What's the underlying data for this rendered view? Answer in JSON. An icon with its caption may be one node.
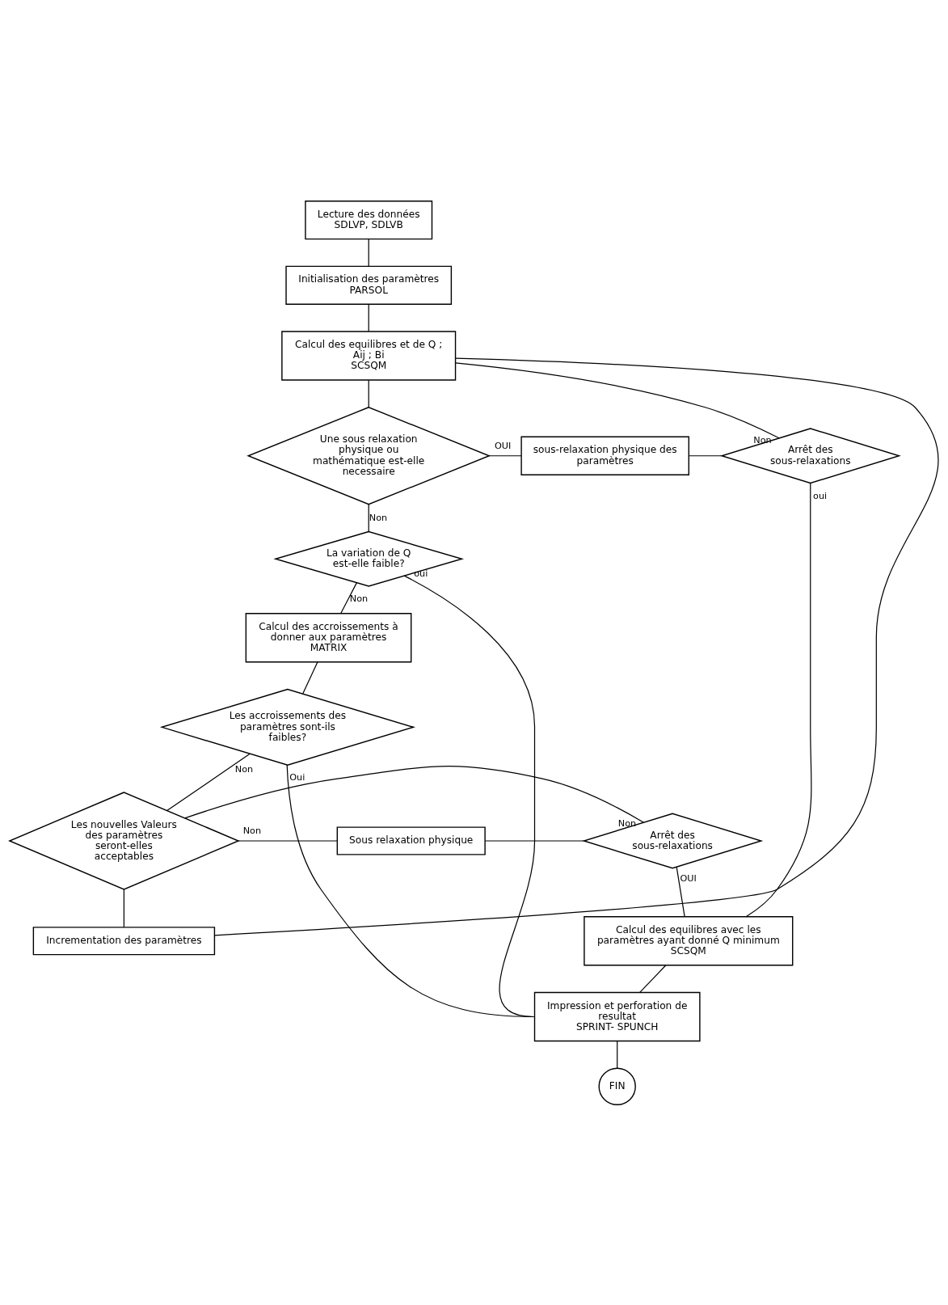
{
  "diagram": {
    "nodes": [
      {
        "text": [
          "Lecture des données",
          "SDLVP, SDLVB"
        ]
      },
      {
        "text": [
          "Initialisation des paramètres",
          "PARSOL"
        ]
      },
      {
        "text": [
          "Calcul des equilibres et de Q ; Aij ; Bi",
          "SCSQM"
        ]
      },
      {
        "text": [
          "Une sous relaxation physique ou mathématique est-elle necessaire"
        ]
      },
      {
        "text": [
          "sous-relaxation physique des paramètres"
        ]
      },
      {
        "text": [
          "Arrêt des sous-relaxations"
        ]
      },
      {
        "text": [
          "La variation de Q est-elle faible?"
        ]
      },
      {
        "text": [
          "Calcul des accroissements à donner aux paramètres",
          "MATRIX"
        ]
      },
      {
        "text": [
          "Calcul des equilibres avec les paramètres ayant donné Q minimum",
          "SCSQM"
        ]
      },
      {
        "text": [
          "Impression et perforation de resultat",
          "SPRINT- SPUNCH"
        ]
      },
      {
        "text": [
          "FIN"
        ]
      },
      {
        "text": [
          "Les accroissements des paramètres sont-ils faibles?"
        ]
      },
      {
        "text": [
          "Les nouvelles Valeurs des paramètres seront-elles acceptables"
        ]
      },
      {
        "text": [
          "Sous relaxation physique"
        ]
      },
      {
        "text": [
          "Arrêt des sous-relaxations"
        ]
      },
      {
        "text": [
          "Incrementation des paramètres"
        ]
      }
    ],
    "edges": [
      {
        "from": 0,
        "to": 1,
        "arrow": "none"
      },
      {
        "from": 1,
        "to": 2,
        "arrow": "none"
      },
      {
        "from": 2,
        "to": 3,
        "arrow": "none"
      },
      {
        "from": 3,
        "to": 4,
        "arrow": "none",
        "label": "OUI"
      },
      {
        "from": 4,
        "to": 5,
        "arrow": "none"
      },
      {
        "from": 5,
        "to": 2,
        "arrow": "none",
        "label": "Non"
      },
      {
        "from": 5,
        "to": 8,
        "arrow": "none",
        "label": "oui"
      },
      {
        "from": 3,
        "to": 6,
        "arrow": "none",
        "label": "Non"
      },
      {
        "from": 6,
        "to": 9,
        "arrow": "none",
        "label": "oui"
      },
      {
        "from": 6,
        "to": 7,
        "arrow": "none",
        "label": "Non"
      },
      {
        "from": 7,
        "to": 11,
        "arrow": "none"
      },
      {
        "from": 8,
        "to": 9,
        "arrow": "none"
      },
      {
        "from": 9,
        "to": 10,
        "arrow": "none"
      },
      {
        "from": 11,
        "to": 9,
        "arrow": "none",
        "label": "Oui"
      },
      {
        "from": 11,
        "to": 12,
        "arrow": "none",
        "label": "Non"
      },
      {
        "from": 14,
        "to": 12,
        "arrow": "none",
        "label": "Non"
      },
      {
        "from": 12,
        "to": 13,
        "arrow": "none",
        "label": "Non"
      },
      {
        "from": 13,
        "to": 14,
        "arrow": "none"
      },
      {
        "from": 14,
        "to": 8,
        "arrow": "none",
        "label": "OUI"
      },
      {
        "from": 12,
        "to": 15,
        "arrow": "none"
      },
      {
        "from": 15,
        "to": 2,
        "arrow": "none"
      }
    ]
  }
}
